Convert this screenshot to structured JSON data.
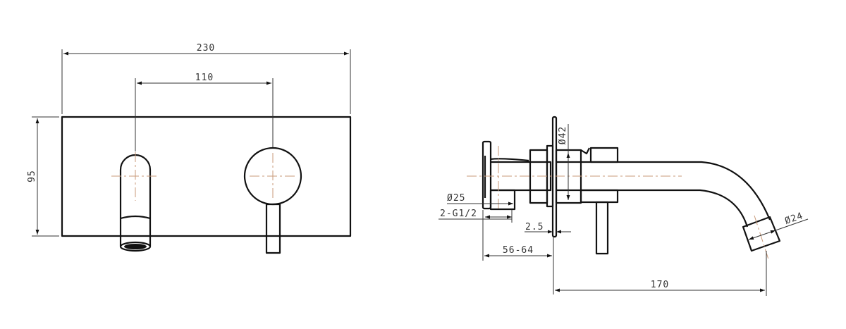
{
  "drawing": {
    "type": "technical-drawing",
    "subject": "wall-mounted basin mixer with spout",
    "front_view": {
      "dimensions": {
        "overall_width": "230",
        "center_spacing": "110",
        "plate_height": "95"
      }
    },
    "side_view": {
      "dimensions": {
        "flange_diameter": "Ø42",
        "body_diameter": "Ø25",
        "inlet_thread": "2-G1/2",
        "plate_thickness": "2.5",
        "wall_depth_range": "56-64",
        "spout_projection": "170",
        "spout_outlet_diameter": "Ø24"
      }
    },
    "colors": {
      "line": "#111111",
      "dimension": "#333333",
      "centerline": "#c89a7a"
    }
  }
}
